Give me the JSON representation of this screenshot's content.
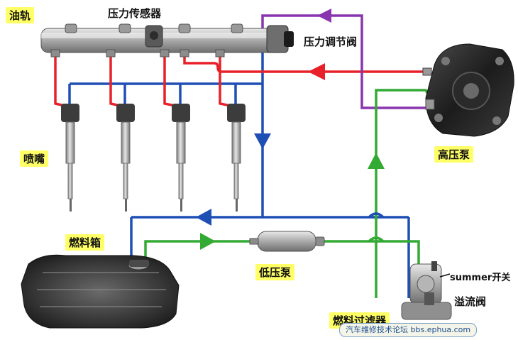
{
  "labels": {
    "rail": "油轨",
    "pressure_sensor": "压力传感器",
    "pressure_regulator": "压力调节阀",
    "high_pressure_pump": "高压泵",
    "injector": "喷嘴",
    "fuel_tank": "燃料箱",
    "low_pressure_pump": "低压泵",
    "summer_switch": "summer开关",
    "overflow_valve": "溢流阀",
    "fuel_filter": "燃料过滤器"
  },
  "watermark": "汽车维修技术论坛 bbs.ephua.com",
  "colors": {
    "high_pressure": "#e8202a",
    "return_line": "#1e4fb4",
    "supply_line": "#33aa33",
    "control_line": "#8a35b0",
    "label_bg": "#ffff66"
  }
}
